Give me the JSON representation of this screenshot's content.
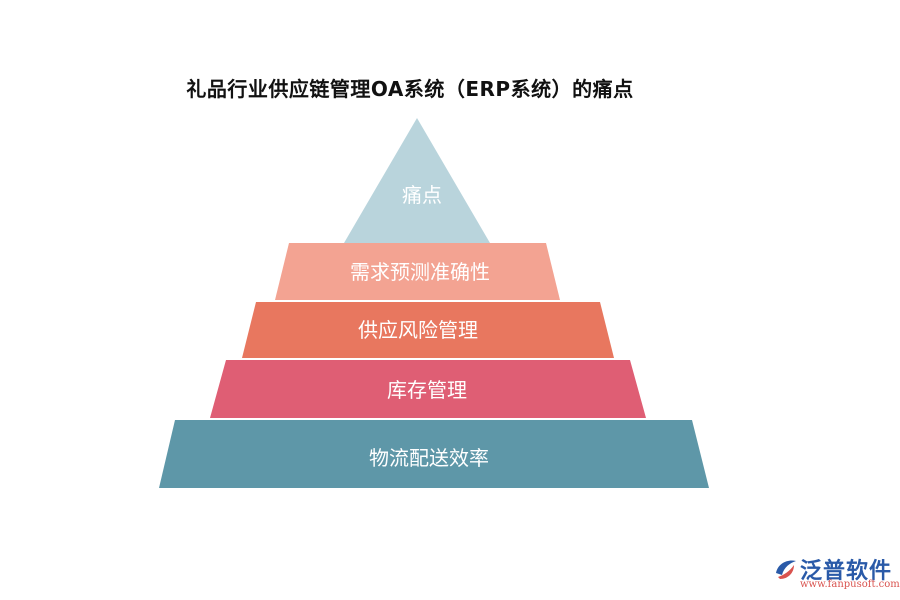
{
  "title": "礼品行业供应链管理OA系统（ERP系统）的痛点",
  "pyramid": {
    "layers": [
      {
        "label": "痛点",
        "color": "#b9d4dc"
      },
      {
        "label": "需求预测准确性",
        "color": "#f3a392"
      },
      {
        "label": "供应风险管理",
        "color": "#e8775f"
      },
      {
        "label": "库存管理",
        "color": "#df5e74"
      },
      {
        "label": "物流配送效率",
        "color": "#5e97a8"
      }
    ]
  },
  "logo": {
    "name": "泛普软件",
    "url": "www.fanpusoft.com",
    "color": "#2a5aa8",
    "accent": "#d9534f"
  }
}
